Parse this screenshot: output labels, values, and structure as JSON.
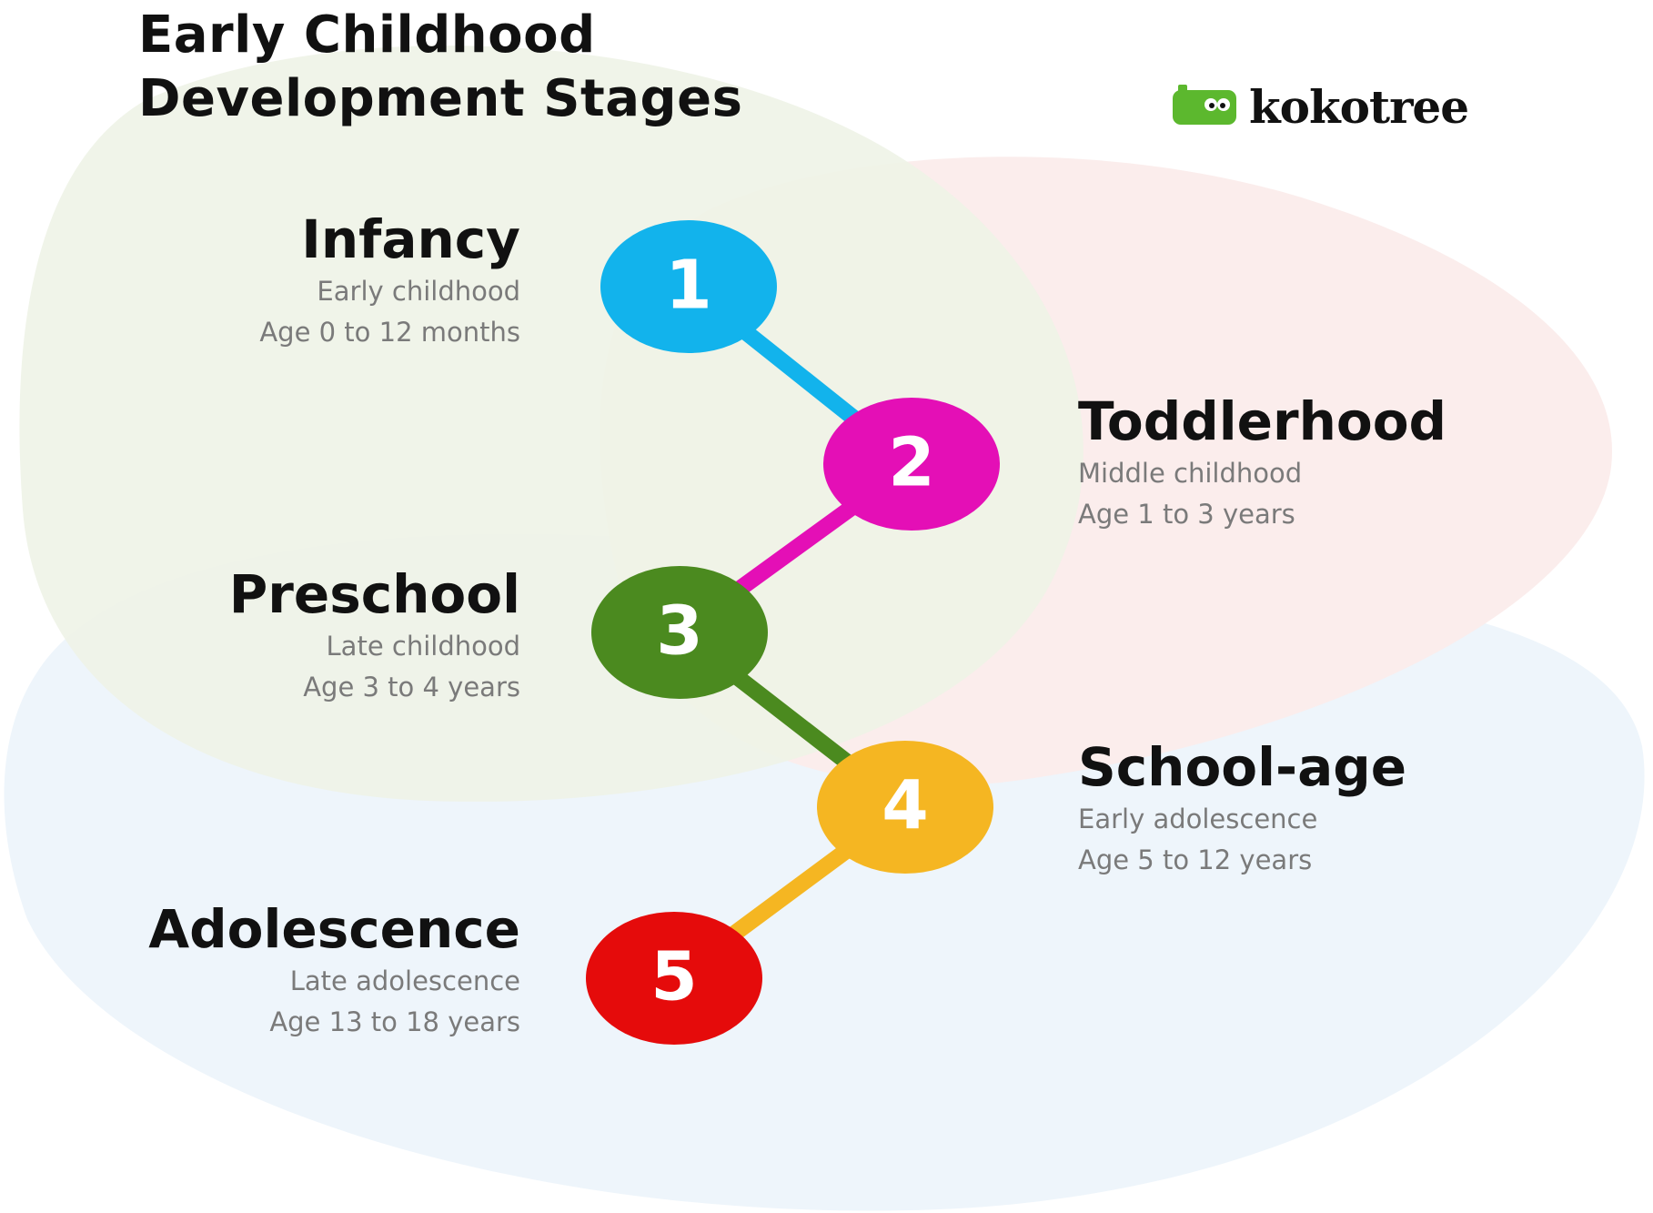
{
  "title_lines": [
    "Early Childhood",
    "Development Stages"
  ],
  "logo": {
    "text": "kokotree",
    "mark_color": "#5cb82e"
  },
  "colors": {
    "blob_green": "#eef3e7",
    "blob_pink": "#fbeceb",
    "blob_blue": "#eef5fb"
  },
  "stages": [
    {
      "number": "1",
      "name": "Infancy",
      "period": "Early childhood",
      "age": "Age 0 to 12 months",
      "color": "#12b3ec"
    },
    {
      "number": "2",
      "name": "Toddlerhood",
      "period": "Middle childhood",
      "age": "Age 1 to 3 years",
      "color": "#e40fb6"
    },
    {
      "number": "3",
      "name": "Preschool",
      "period": "Late childhood",
      "age": "Age 3 to 4 years",
      "color": "#4b8a1f"
    },
    {
      "number": "4",
      "name": "School-age",
      "period": "Early adolescence",
      "age": "Age 5 to 12 years",
      "color": "#f5b622"
    },
    {
      "number": "5",
      "name": "Adolescence",
      "period": "Late adolescence",
      "age": "Age 13 to 18 years",
      "color": "#e50b0b"
    }
  ]
}
